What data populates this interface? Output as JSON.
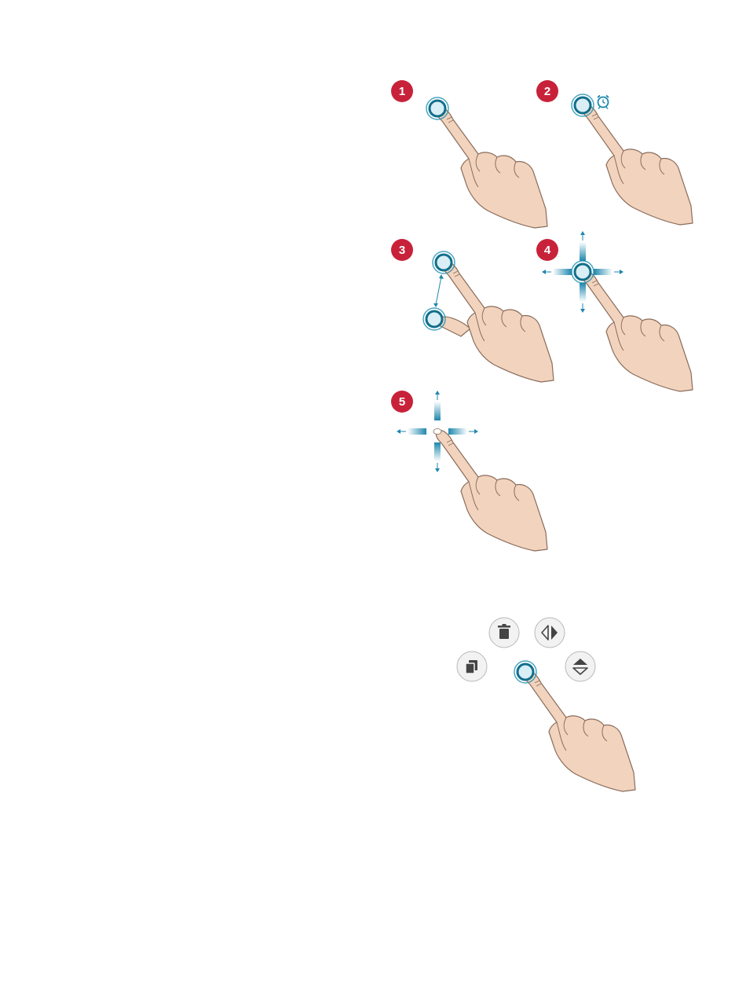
{
  "page": {
    "background": "#ffffff"
  },
  "colors": {
    "badge": "#c8223a",
    "badge_text": "#ffffff",
    "touch_ring": "#1d8fb0",
    "touch_ring_dark": "#0f6f8c",
    "arrow": "#1e87ad",
    "skin": "#f2d3bd",
    "skin_outline": "#8a6d5c",
    "icon_button_fill": "#f2f2f2",
    "icon_button_stroke": "#b9b9b9",
    "icon_glyph": "#444444"
  },
  "gestures": [
    {
      "number": "1",
      "icon": "tap-gesture-icon"
    },
    {
      "number": "2",
      "icon": "long-press-gesture-icon",
      "extra_icon": "alarm-clock-icon"
    },
    {
      "number": "3",
      "icon": "pinch-gesture-icon"
    },
    {
      "number": "4",
      "icon": "press-and-drag-gesture-icon"
    },
    {
      "number": "5",
      "icon": "swipe-gesture-icon"
    }
  ],
  "context_menu": {
    "icons": [
      "delete-icon",
      "mirror-horizontal-icon",
      "duplicate-icon",
      "mirror-vertical-icon"
    ],
    "gesture_icon": "tap-and-hold-gesture-icon"
  }
}
